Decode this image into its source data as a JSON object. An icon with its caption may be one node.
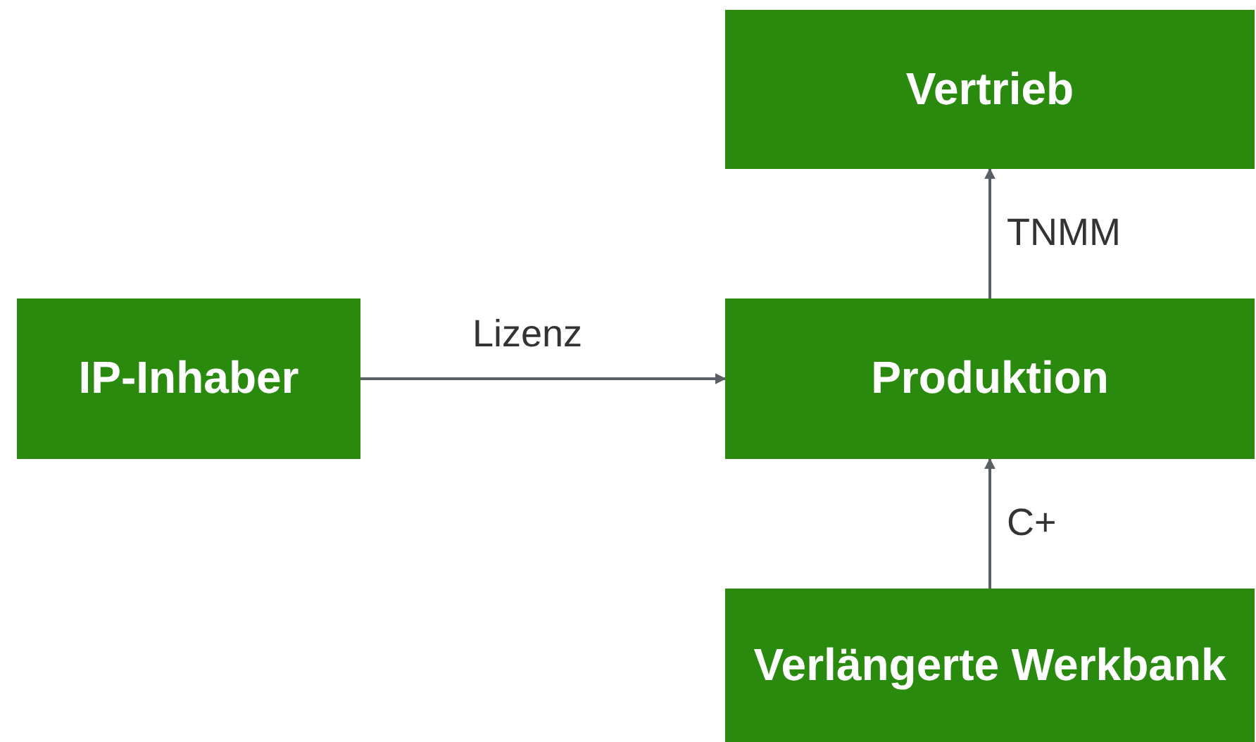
{
  "diagram": {
    "nodes": [
      {
        "text": [
          "Vertrieb"
        ]
      },
      {
        "text": [
          "IP-Inhaber"
        ]
      },
      {
        "text": [
          "Produktion"
        ]
      },
      {
        "text": [
          "Verlängerte Werkbank"
        ]
      }
    ],
    "edges": [
      {
        "from": 1,
        "to": 2,
        "arrow": "to",
        "label": "Lizenz"
      },
      {
        "from": 2,
        "to": 0,
        "arrow": "to",
        "label": "TNMM"
      },
      {
        "from": 3,
        "to": 2,
        "arrow": "to",
        "label": "C+"
      }
    ]
  }
}
